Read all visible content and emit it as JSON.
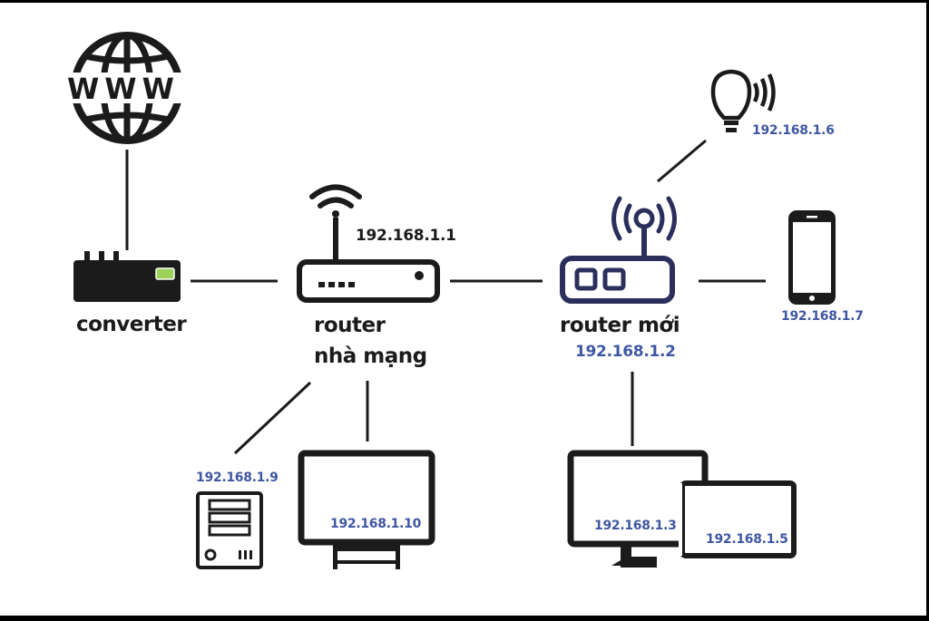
{
  "nodes": {
    "converter": {
      "label": "converter"
    },
    "isp_router": {
      "label_line1": "router",
      "label_line2": "nhà mạng",
      "ip": "192.168.1.1"
    },
    "new_router": {
      "label": "router mới",
      "ip": "192.168.1.2"
    },
    "bulb": {
      "ip": "192.168.1.6"
    },
    "phone": {
      "ip": "192.168.1.7"
    },
    "server": {
      "ip": "192.168.1.9"
    },
    "monitor": {
      "ip": "192.168.1.10"
    },
    "desktop": {
      "ip": "192.168.1.3"
    },
    "laptop": {
      "ip": "192.168.1.5"
    }
  },
  "globe": {
    "text": "WWW"
  },
  "colors": {
    "dark": "#1b1b1b",
    "navy": "#2b2f5c",
    "blue_text": "#3f57a2",
    "led_green": "#9bd25a",
    "background": "#ffffff"
  }
}
